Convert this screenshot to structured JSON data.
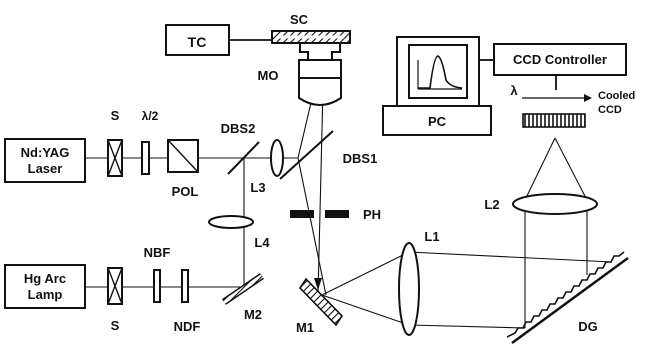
{
  "labels": {
    "sc": "SC",
    "tc": "TC",
    "mo": "MO",
    "pc": "PC",
    "ccd_controller": "CCD Controller",
    "lambda": "λ",
    "cooled_ccd_line1": "Cooled",
    "cooled_ccd_line2": "CCD",
    "shutter_top": "S",
    "half_wave": "λ/2",
    "dbs2": "DBS2",
    "dbs1": "DBS1",
    "laser_line1": "Nd:YAG",
    "laser_line2": "Laser",
    "pol": "POL",
    "l3": "L3",
    "ph": "PH",
    "l2": "L2",
    "l4": "L4",
    "l1": "L1",
    "nbf": "NBF",
    "lamp_line1": "Hg Arc",
    "lamp_line2": "Lamp",
    "shutter_bottom": "S",
    "ndf": "NDF",
    "m2": "M2",
    "m1": "M1",
    "dg": "DG"
  }
}
